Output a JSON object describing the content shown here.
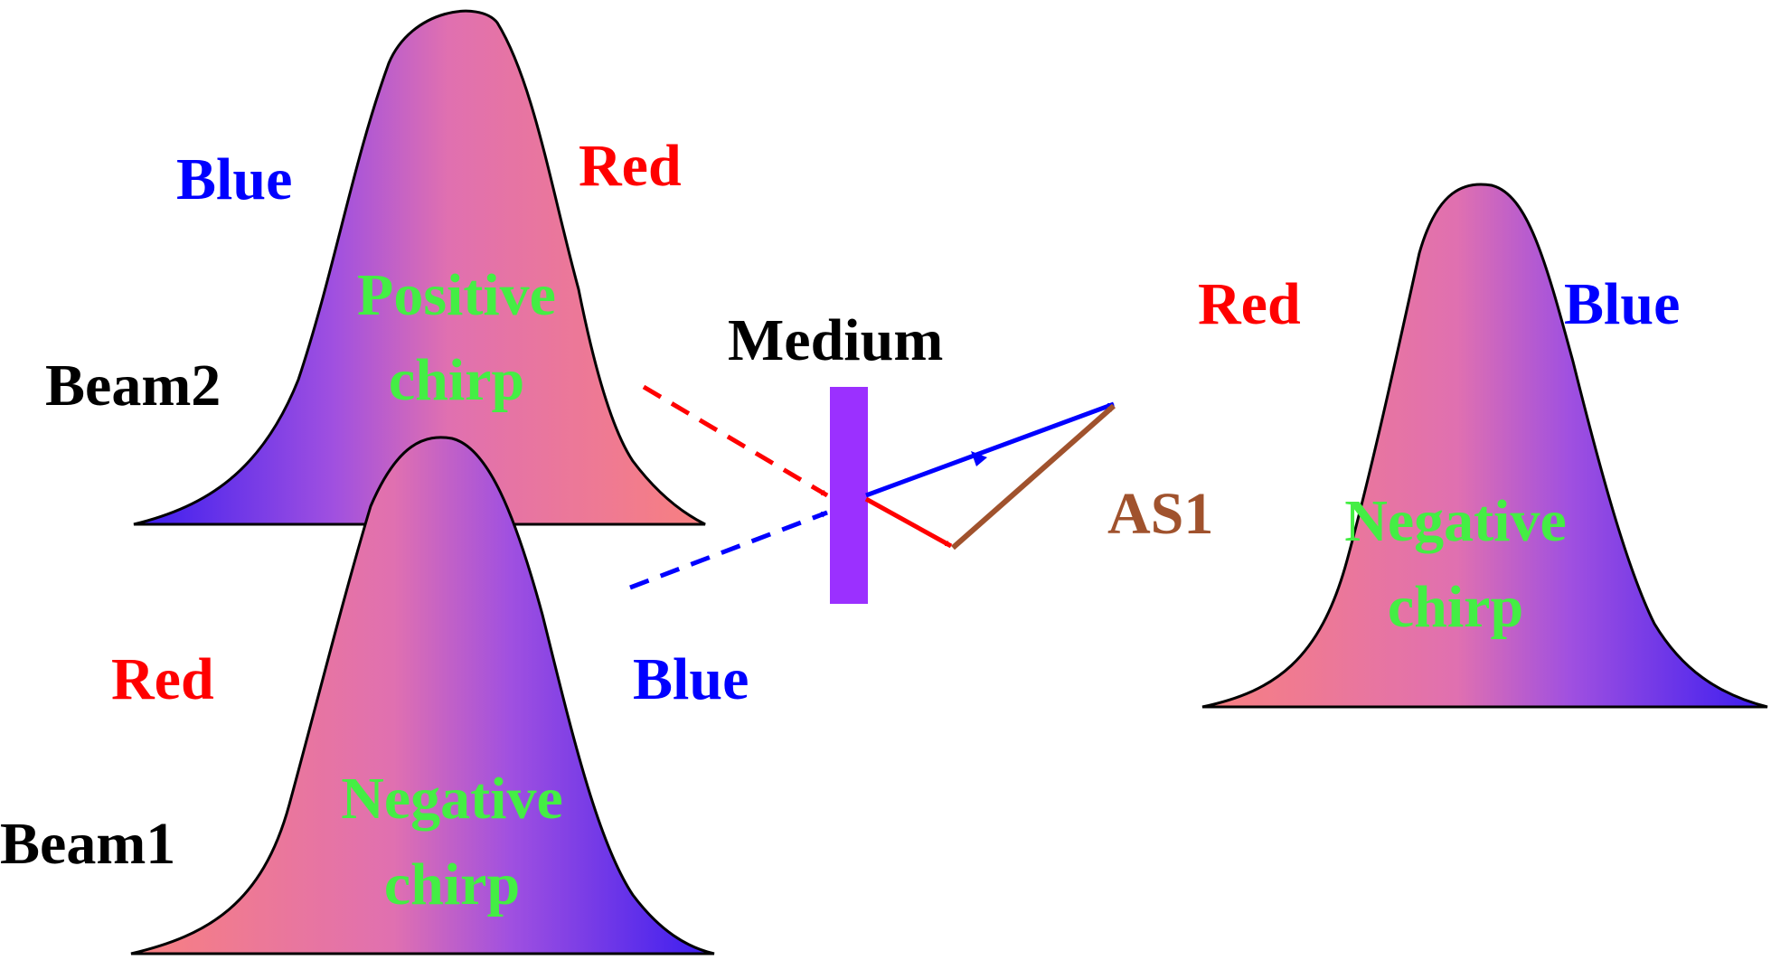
{
  "colors": {
    "red": "#ff0000",
    "blue": "#0000ff",
    "green": "#44ee44",
    "black": "#000000",
    "brown": "#a0522d",
    "medium": "#9b30ff",
    "pink": "#f08080"
  },
  "beam2": {
    "name": "Beam2",
    "left_label": "Blue",
    "right_label": "Red",
    "chirp_line1": "Positive",
    "chirp_line2": "chirp"
  },
  "beam1": {
    "name": "Beam1",
    "left_label": "Red",
    "right_label": "Blue",
    "chirp_line1": "Negative",
    "chirp_line2": "chirp"
  },
  "output": {
    "left_label": "Red",
    "right_label": "Blue",
    "chirp_line1": "Negative",
    "chirp_line2": "chirp"
  },
  "medium_label": "Medium",
  "as1_label": "AS1"
}
